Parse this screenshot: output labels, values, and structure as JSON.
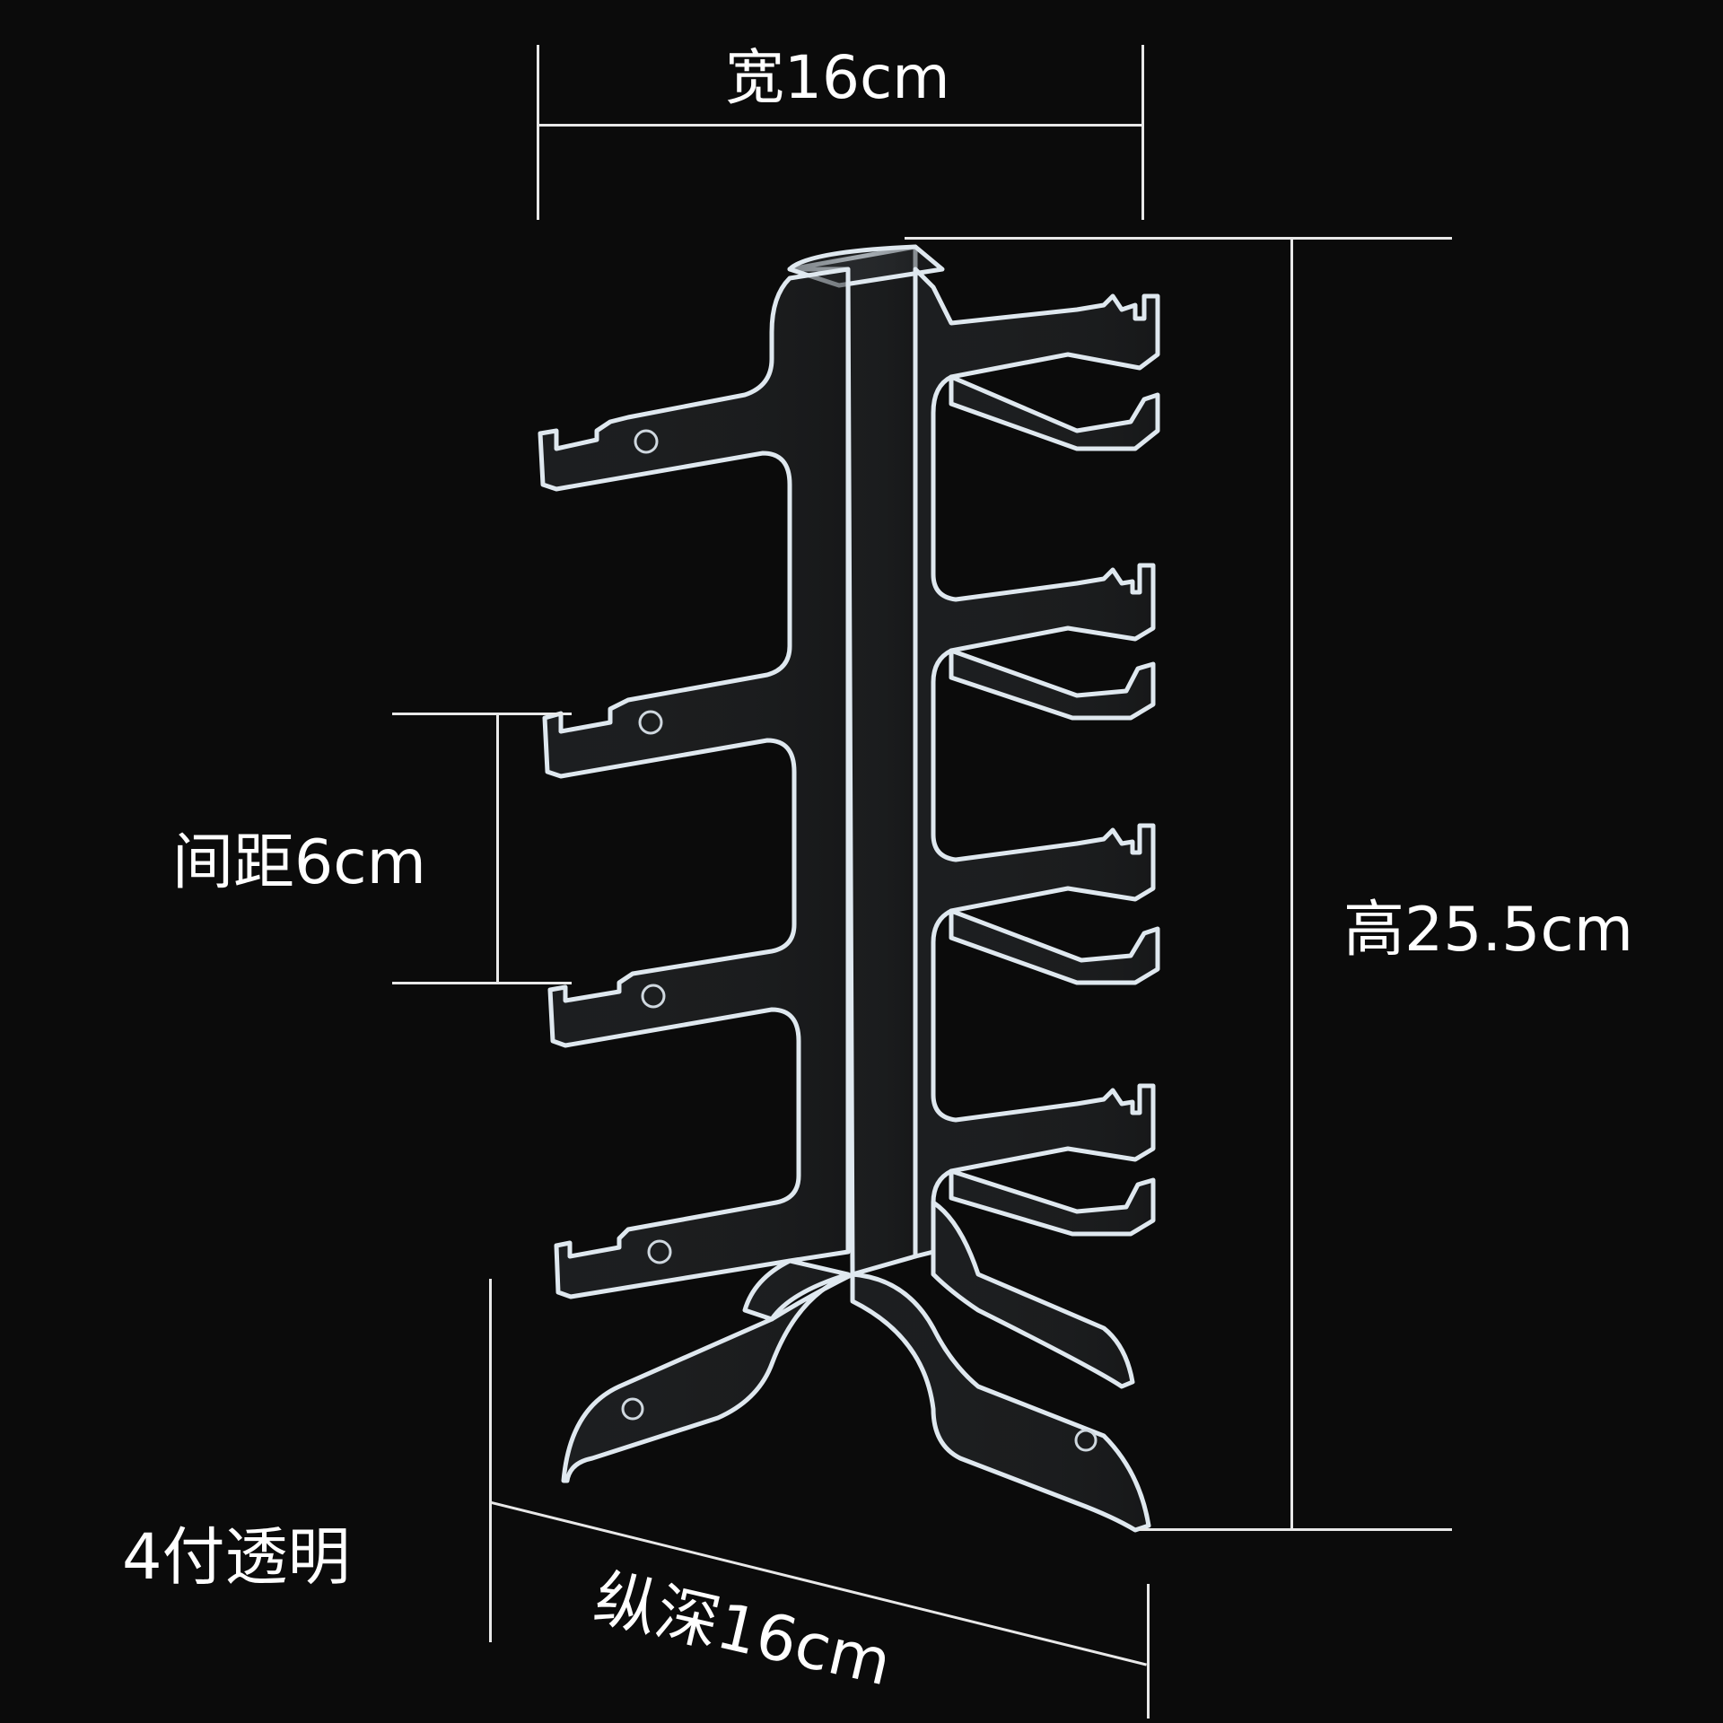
{
  "dimensions": {
    "width_label": "宽16cm",
    "height_label": "高25.5cm",
    "spacing_label": "间距6cm",
    "depth_label": "纵深16cm"
  },
  "product": {
    "variant_label": "4付透明",
    "material_color": "#dfe8ef",
    "background_color": "#0b0b0b"
  }
}
